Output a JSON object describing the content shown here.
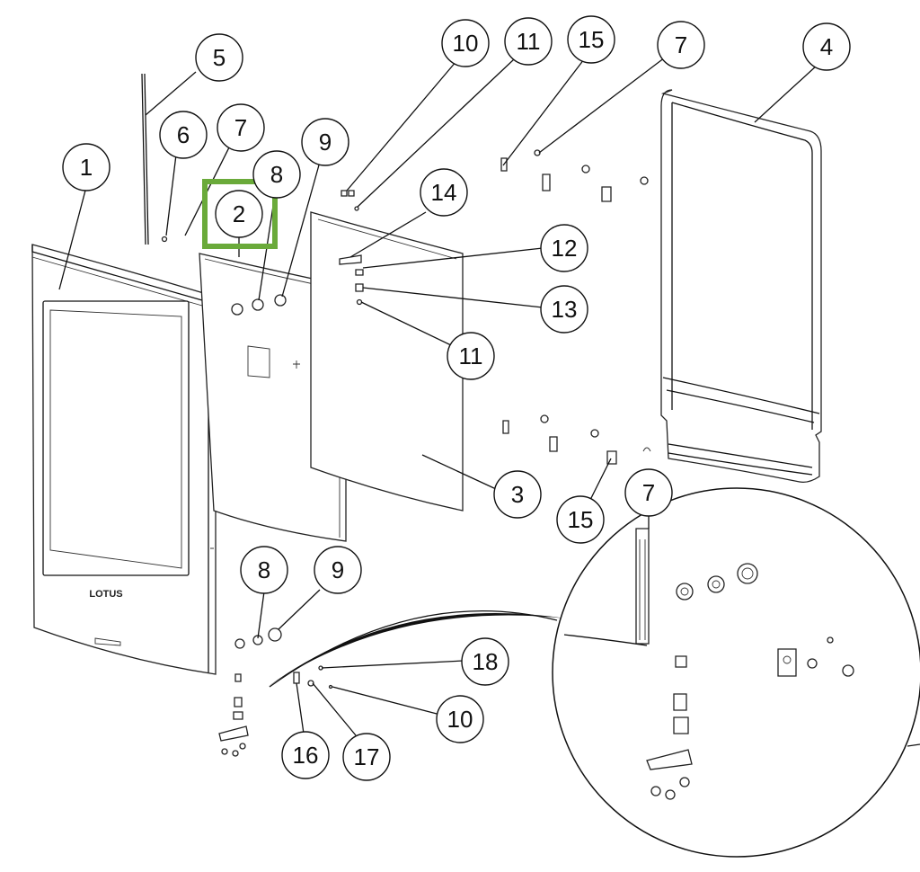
{
  "diagram": {
    "brand_label": "LOTUS",
    "highlight_color": "#6aaa3a",
    "highlighted_callout": "2",
    "callouts": [
      {
        "id": "c1",
        "label": "1"
      },
      {
        "id": "c2",
        "label": "2"
      },
      {
        "id": "c3",
        "label": "3"
      },
      {
        "id": "c4",
        "label": "4"
      },
      {
        "id": "c5",
        "label": "5"
      },
      {
        "id": "c6",
        "label": "6"
      },
      {
        "id": "c7a",
        "label": "7"
      },
      {
        "id": "c7b",
        "label": "7"
      },
      {
        "id": "c7c",
        "label": "7"
      },
      {
        "id": "c8a",
        "label": "8"
      },
      {
        "id": "c8b",
        "label": "8"
      },
      {
        "id": "c9a",
        "label": "9"
      },
      {
        "id": "c9b",
        "label": "9"
      },
      {
        "id": "c10a",
        "label": "10"
      },
      {
        "id": "c10b",
        "label": "10"
      },
      {
        "id": "c11a",
        "label": "11"
      },
      {
        "id": "c11b",
        "label": "11"
      },
      {
        "id": "c12",
        "label": "12"
      },
      {
        "id": "c13",
        "label": "13"
      },
      {
        "id": "c14",
        "label": "14"
      },
      {
        "id": "c15a",
        "label": "15"
      },
      {
        "id": "c15b",
        "label": "15"
      },
      {
        "id": "c16",
        "label": "16"
      },
      {
        "id": "c17",
        "label": "17"
      },
      {
        "id": "c18",
        "label": "18"
      }
    ]
  }
}
